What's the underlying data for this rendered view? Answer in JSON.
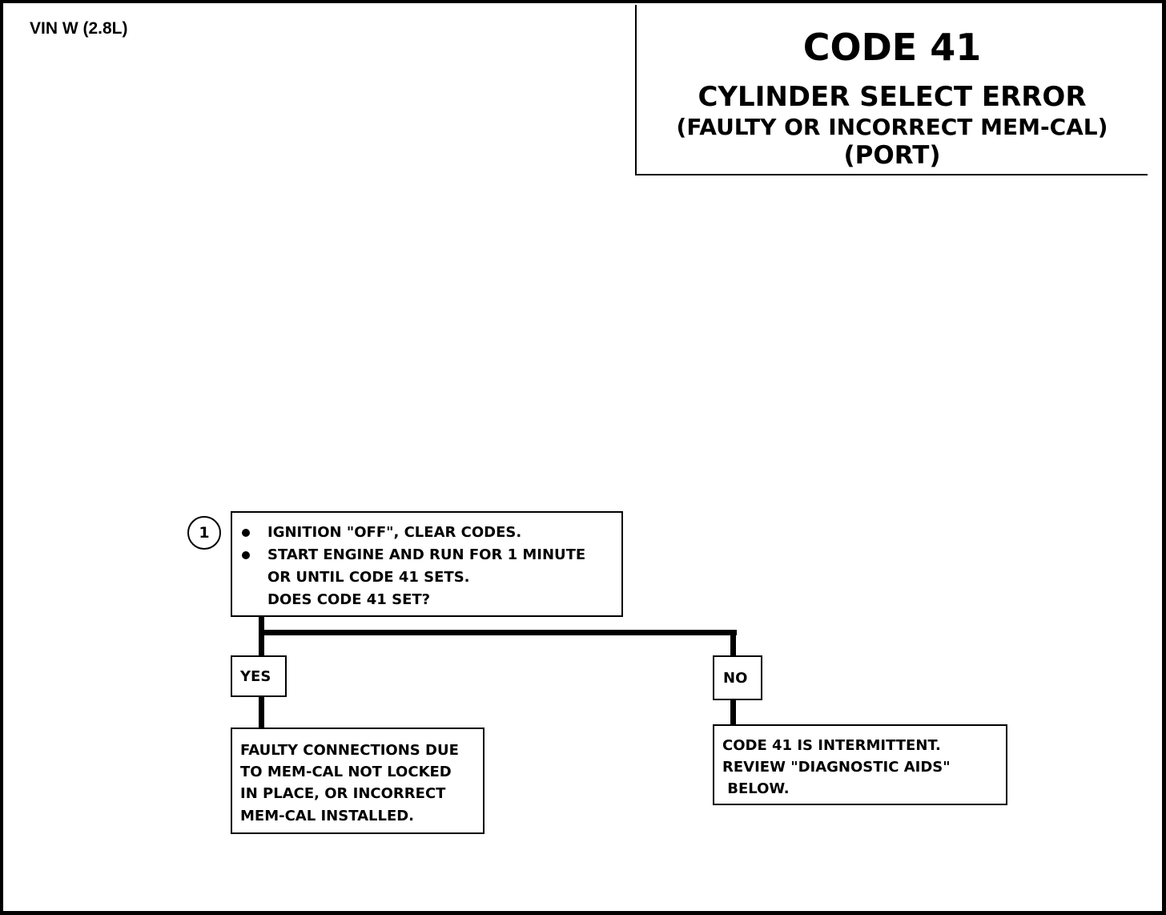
{
  "header": {
    "vin": "VIN W (2.8L)"
  },
  "title_block": {
    "code": "CODE 41",
    "line1": "CYLINDER SELECT ERROR",
    "line2": "(FAULTY OR INCORRECT MEM-CAL)",
    "line3": "(PORT)"
  },
  "step1": {
    "number": "1",
    "bullets": [
      "IGNITION \"OFF\", CLEAR CODES.",
      "START  ENGINE AND RUN FOR 1 MINUTE"
    ],
    "continuation": "OR UNTIL CODE 41 SETS.",
    "question": "DOES CODE 41 SET?"
  },
  "branches": {
    "yes_label": "YES",
    "no_label": "NO"
  },
  "results": {
    "yes_lines": [
      "FAULTY CONNECTIONS DUE",
      "TO MEM-CAL NOT LOCKED",
      "IN PLACE, OR INCORRECT",
      "MEM-CAL INSTALLED."
    ],
    "no_lines": [
      "CODE 41 IS INTERMITTENT.",
      "REVIEW \"DIAGNOSTIC AIDS\"",
      " BELOW."
    ]
  }
}
